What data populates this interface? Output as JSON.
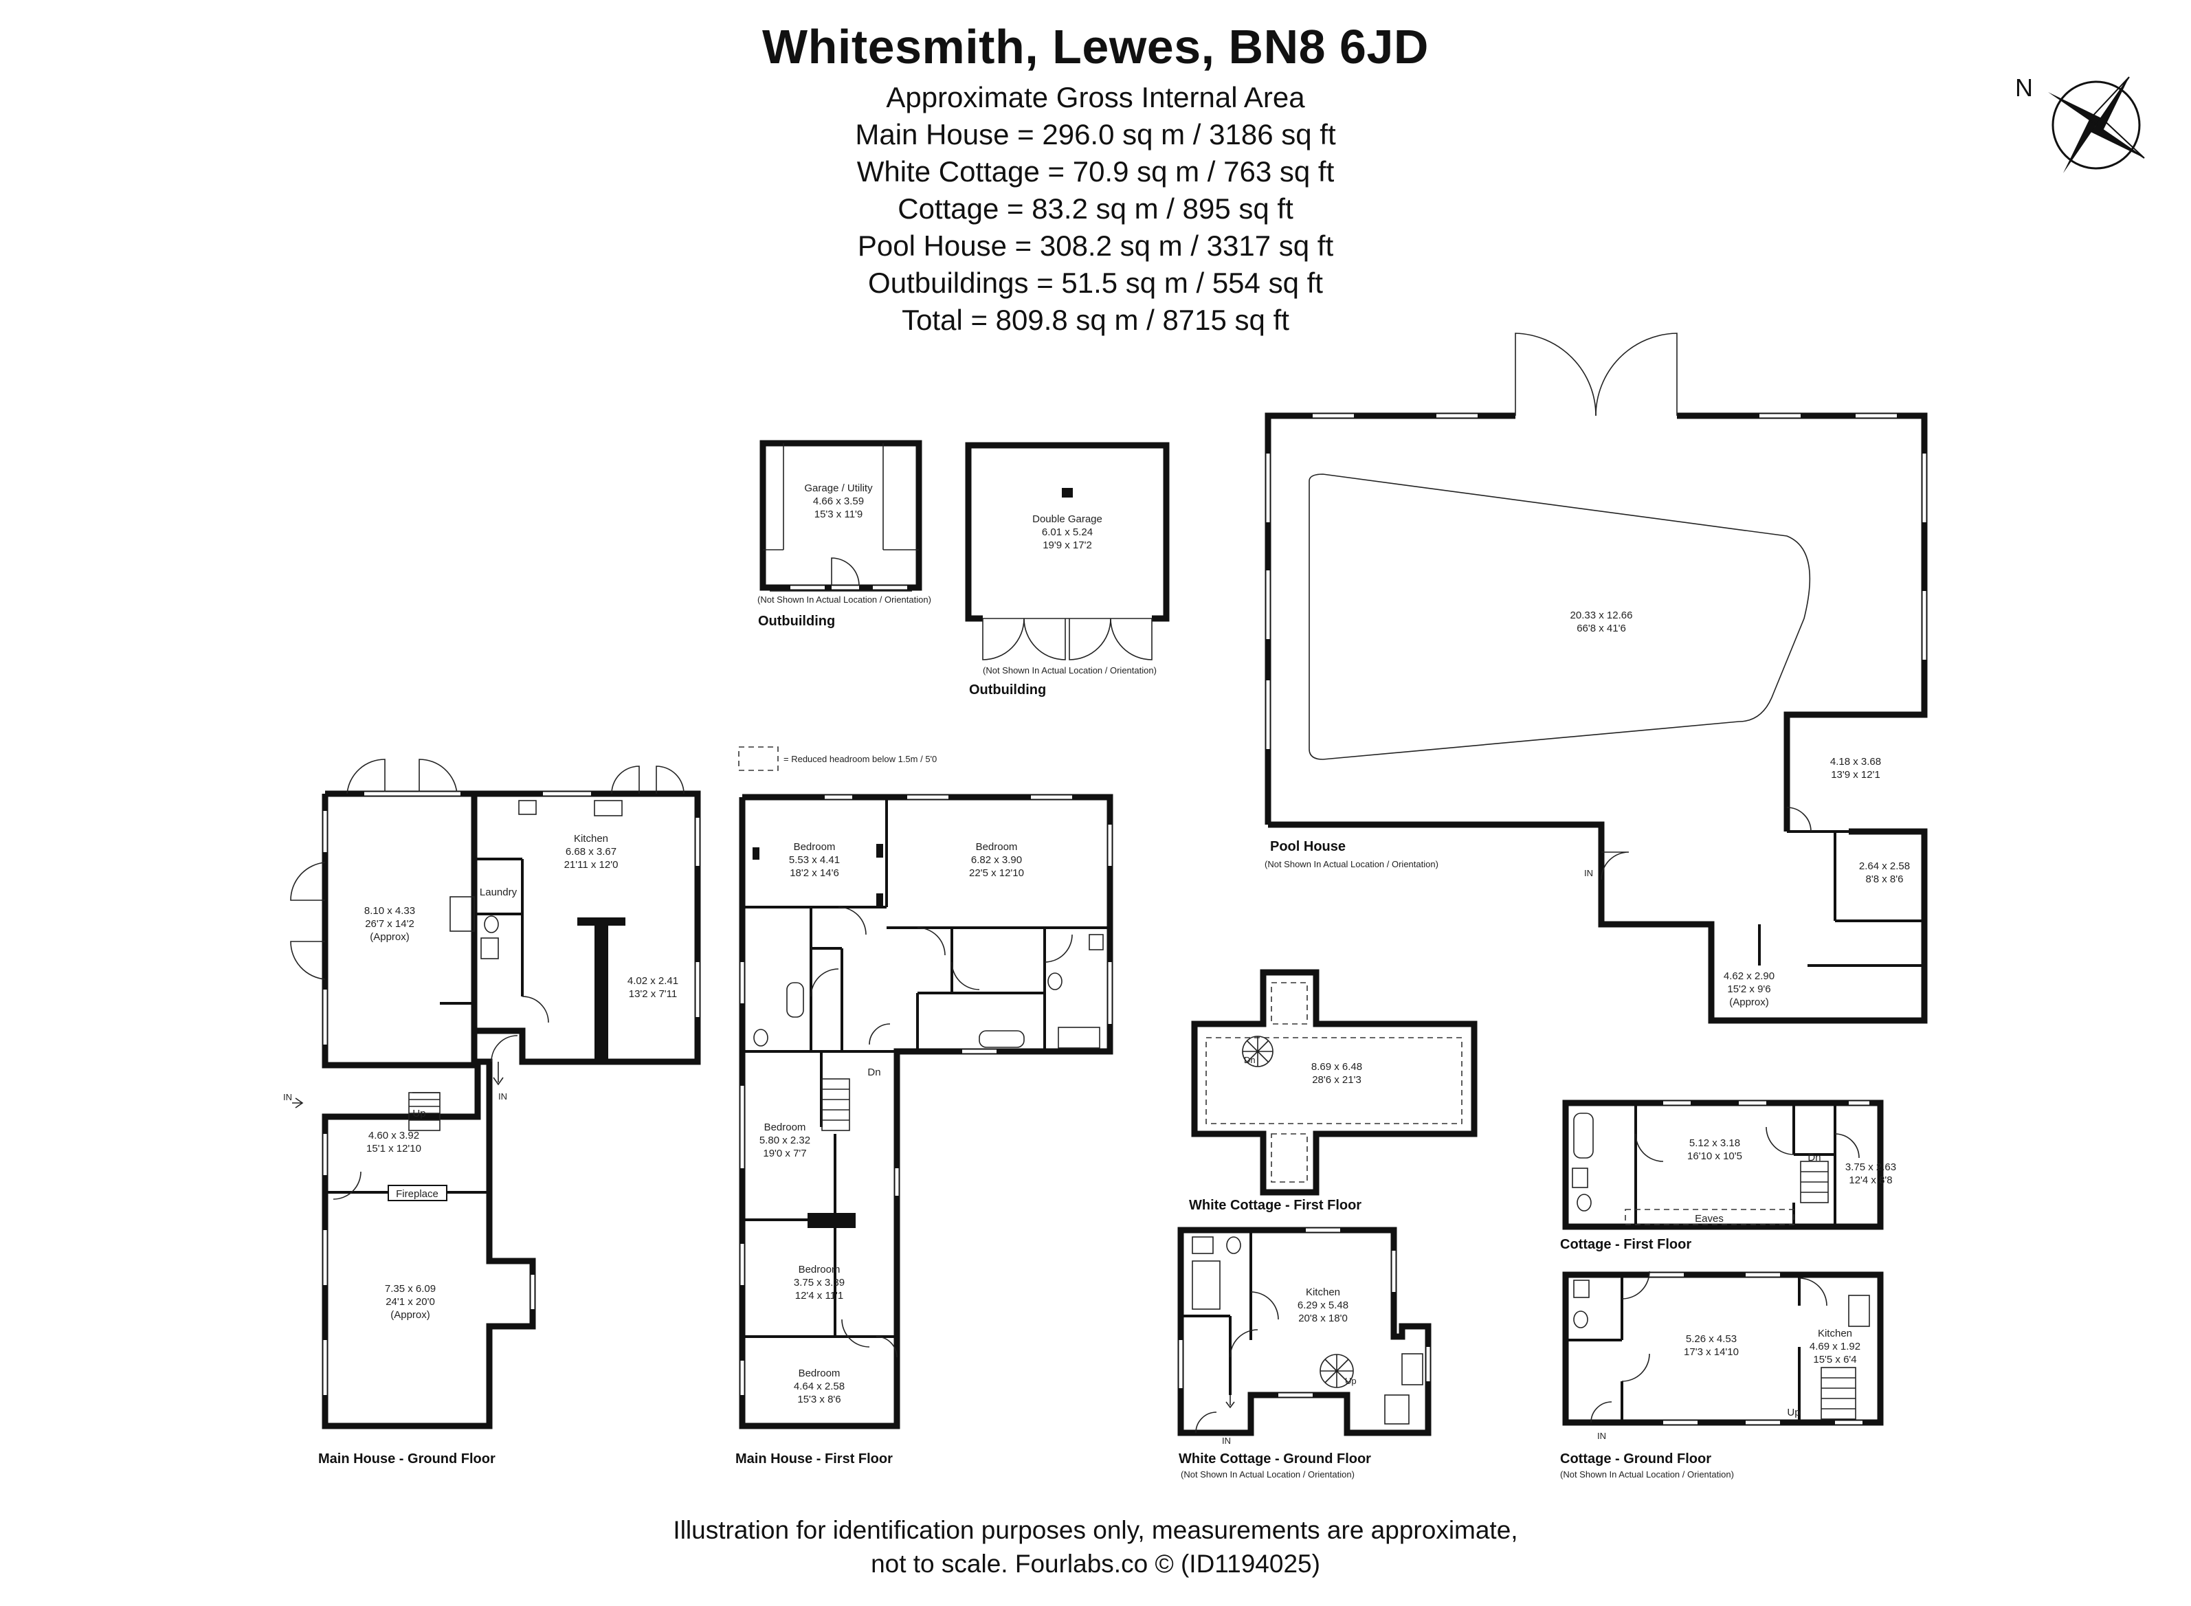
{
  "header": {
    "title": "Whitesmith, Lewes, BN8 6JD",
    "subtitle": "Approximate Gross Internal Area",
    "areas": [
      "Main House = 296.0 sq m / 3186 sq ft",
      "White Cottage = 70.9 sq m / 763 sq ft",
      "Cottage = 83.2 sq m / 895 sq ft",
      "Pool House = 308.2 sq m / 3317 sq ft",
      "Outbuildings = 51.5 sq m / 554 sq ft",
      "Total = 809.8 sq m / 8715 sq ft"
    ]
  },
  "compass": {
    "label": "N"
  },
  "legend": {
    "text": "= Reduced headroom below 1.5m / 5'0"
  },
  "common": {
    "not_shown": "(Not Shown In Actual Location / Orientation)",
    "in": "IN",
    "up": "Up",
    "dn": "Dn",
    "approx": "(Approx)"
  },
  "outbuilding1": {
    "caption": "Outbuilding",
    "room": {
      "name": "Garage / Utility",
      "metric": "4.66 x 3.59",
      "imperial": "15'3 x 11'9"
    }
  },
  "outbuilding2": {
    "caption": "Outbuilding",
    "room": {
      "name": "Double Garage",
      "metric": "6.01 x 5.24",
      "imperial": "19'9 x 17'2"
    }
  },
  "pool_house": {
    "caption": "Pool House",
    "rooms": [
      {
        "metric": "20.33 x 12.66",
        "imperial": "66'8 x 41'6"
      },
      {
        "metric": "4.18 x 3.68",
        "imperial": "13'9 x 12'1"
      },
      {
        "metric": "2.64 x 2.58",
        "imperial": "8'8 x 8'6"
      },
      {
        "metric": "4.62 x 2.90",
        "imperial": "15'2 x 9'6"
      }
    ]
  },
  "main_ground": {
    "caption": "Main House - Ground Floor",
    "kitchen": {
      "name": "Kitchen",
      "metric": "6.68 x 3.67",
      "imperial": "21'11 x 12'0"
    },
    "living": {
      "metric": "8.10 x 4.33",
      "imperial": "26'7 x 14'2"
    },
    "laundry": "Laundry",
    "room3": {
      "metric": "4.02 x 2.41",
      "imperial": "13'2 x 7'11"
    },
    "hall": {
      "metric": "4.60 x 3.92",
      "imperial": "15'1 x 12'10"
    },
    "fireplace": "Fireplace",
    "big": {
      "metric": "7.35 x 6.09",
      "imperial": "24'1 x 20'0"
    }
  },
  "main_first": {
    "caption": "Main House - First Floor",
    "bedrooms": [
      {
        "name": "Bedroom",
        "metric": "5.53 x 4.41",
        "imperial": "18'2 x 14'6"
      },
      {
        "name": "Bedroom",
        "metric": "6.82 x 3.90",
        "imperial": "22'5 x 12'10"
      },
      {
        "name": "Bedroom",
        "metric": "5.80 x 2.32",
        "imperial": "19'0 x 7'7"
      },
      {
        "name": "Bedroom",
        "metric": "3.75 x 3.39",
        "imperial": "12'4 x 11'1"
      },
      {
        "name": "Bedroom",
        "metric": "4.64 x 2.58",
        "imperial": "15'3 x 8'6"
      }
    ]
  },
  "white_first": {
    "caption": "White Cottage - First Floor",
    "room": {
      "metric": "8.69 x 6.48",
      "imperial": "28'6 x 21'3"
    }
  },
  "white_ground": {
    "caption": "White Cottage - Ground Floor",
    "kitchen": {
      "name": "Kitchen",
      "metric": "6.29 x 5.48",
      "imperial": "20'8 x 18'0"
    }
  },
  "cottage_first": {
    "caption": "Cottage - First Floor",
    "rooms": [
      {
        "metric": "5.12 x 3.18",
        "imperial": "16'10 x 10'5"
      },
      {
        "metric": "3.75 x 2.63",
        "imperial": "12'4 x 8'8"
      }
    ],
    "eaves": "Eaves"
  },
  "cottage_ground": {
    "caption": "Cottage - Ground Floor",
    "room": {
      "metric": "5.26 x 4.53",
      "imperial": "17'3 x 14'10"
    },
    "kitchen": {
      "name": "Kitchen",
      "metric": "4.69 x 1.92",
      "imperial": "15'5 x 6'4"
    }
  },
  "footer": {
    "line1": "Illustration for identification purposes only, measurements are approximate,",
    "line2": "not to scale. Fourlabs.co © (ID1194025)"
  }
}
